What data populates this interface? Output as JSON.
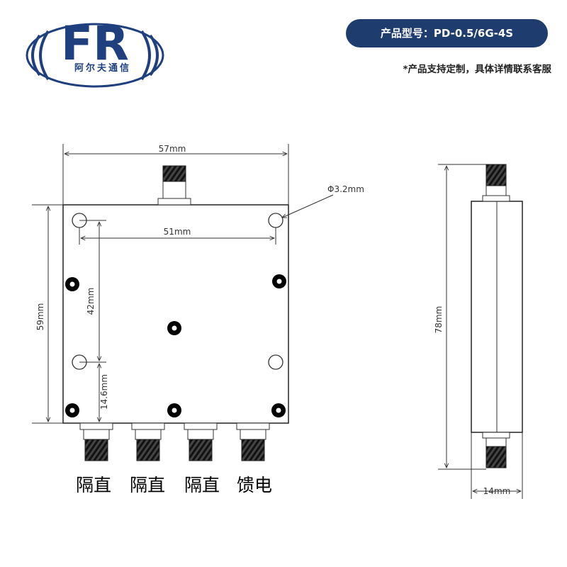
{
  "brand": {
    "logo_text": "FR",
    "name_cn": "阿尔夫通信",
    "colors": {
      "primary": "#1e3c6e",
      "logo": "#1f3f7f"
    }
  },
  "header": {
    "model_label": "产品型号：PD-0.5/6G-4S",
    "customization_note": "*产品支持定制，具体详情联系客服"
  },
  "dimensions": {
    "width": "57mm",
    "height": "59mm",
    "hole_spacing_h": "51mm",
    "hole_spacing_v": "42mm",
    "bottom_offset": "14.6mm",
    "hole_diameter": "Φ3.2mm",
    "side_length": "78mm",
    "side_thickness": "14mm"
  },
  "ports": [
    {
      "label": "隔直"
    },
    {
      "label": "隔直"
    },
    {
      "label": "隔直"
    },
    {
      "label": "馈电"
    }
  ]
}
